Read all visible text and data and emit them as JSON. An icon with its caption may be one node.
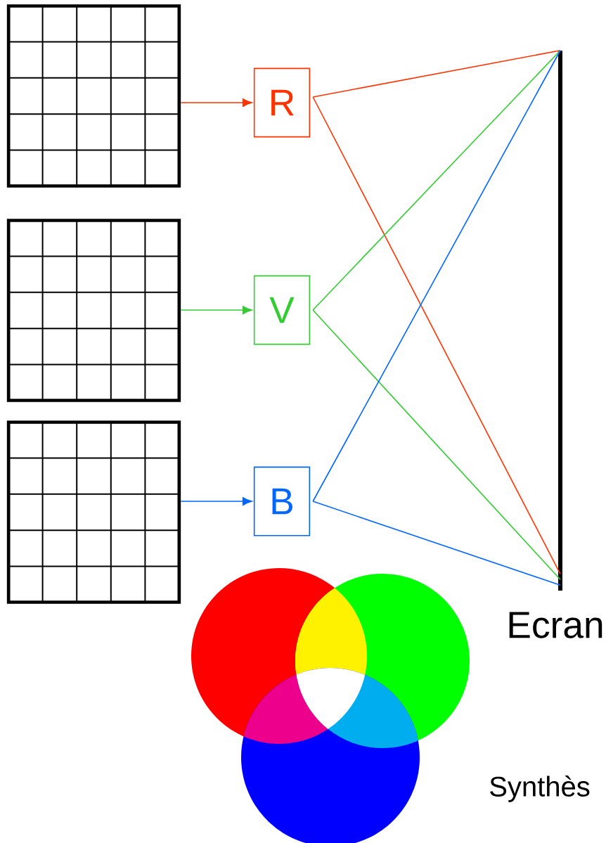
{
  "diagram": {
    "nodes": [
      {
        "text": [],
        "shape": "grid"
      },
      {
        "text": [],
        "shape": "grid"
      },
      {
        "text": [],
        "shape": "grid"
      },
      {
        "text": [
          "R"
        ]
      },
      {
        "text": [
          "V"
        ]
      },
      {
        "text": [
          "B"
        ]
      },
      {
        "text": [],
        "shape": "bar",
        "beside": [
          "Ecran"
        ]
      }
    ],
    "edges": [
      {
        "from": 0,
        "to": 3,
        "arrow": "to",
        "color": "#ff3300"
      },
      {
        "from": 1,
        "to": 4,
        "arrow": "to",
        "color": "#33cc33"
      },
      {
        "from": 2,
        "to": 5,
        "arrow": "to",
        "color": "#0066ff"
      },
      {
        "from": 3,
        "to": 6,
        "arrow": "none",
        "color": "#ff3300"
      },
      {
        "from": 3,
        "to": 6,
        "arrow": "none",
        "color": "#ff3300"
      },
      {
        "from": 4,
        "to": 6,
        "arrow": "none",
        "color": "#33cc33"
      },
      {
        "from": 4,
        "to": 6,
        "arrow": "none",
        "color": "#33cc33"
      },
      {
        "from": 5,
        "to": 6,
        "arrow": "none",
        "color": "#0066ff"
      },
      {
        "from": 5,
        "to": 6,
        "arrow": "none",
        "color": "#0066ff"
      }
    ],
    "labels": [
      "Synthès"
    ]
  }
}
